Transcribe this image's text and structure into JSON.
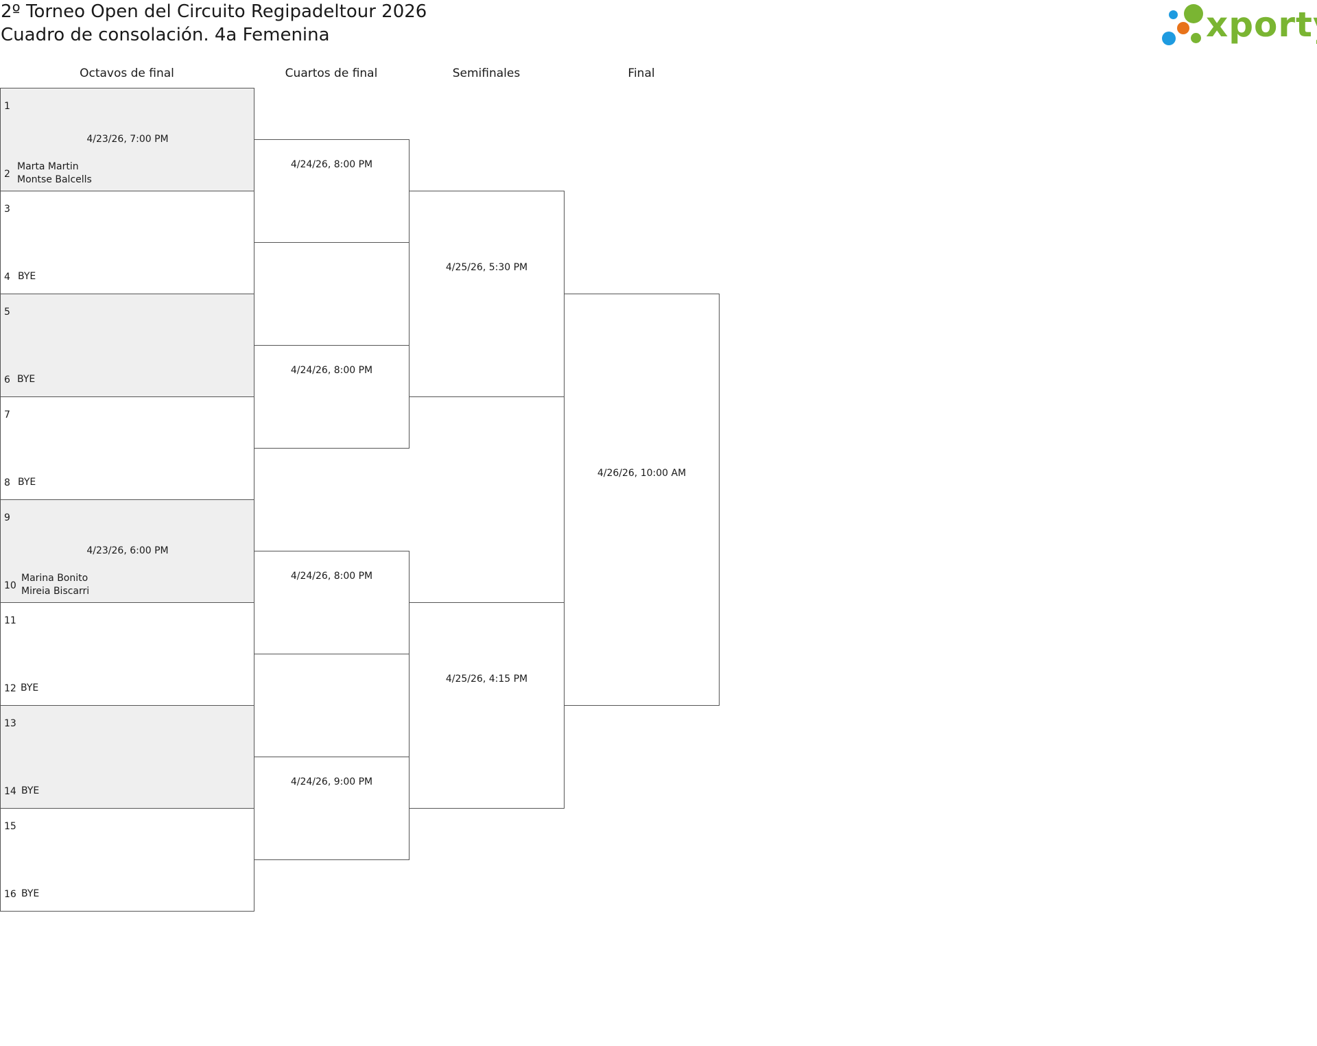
{
  "header": {
    "title_line1": "2º Torneo Open del Circuito Regipadeltour 2026",
    "title_line2": "Cuadro de consolación. 4a Femenina"
  },
  "logo": {
    "text": "xporty",
    "colors": {
      "green": "#7ab532",
      "orange": "#e8731a",
      "blue": "#1e9be0"
    }
  },
  "rounds": [
    "Octavos de final",
    "Cuartos de final",
    "Semifinales",
    "Final"
  ],
  "round_of_16": [
    {
      "time": "4/23/26, 7:00 PM",
      "slots": [
        {
          "seed": "1",
          "players": []
        },
        {
          "seed": "2",
          "players": [
            "Marta Martin",
            "Montse Balcells"
          ]
        }
      ]
    },
    {
      "time": "",
      "slots": [
        {
          "seed": "3",
          "players": []
        },
        {
          "seed": "4",
          "players": [
            "BYE"
          ]
        }
      ]
    },
    {
      "time": "",
      "slots": [
        {
          "seed": "5",
          "players": []
        },
        {
          "seed": "6",
          "players": [
            "BYE"
          ]
        }
      ]
    },
    {
      "time": "",
      "slots": [
        {
          "seed": "7",
          "players": []
        },
        {
          "seed": "8",
          "players": [
            "BYE"
          ]
        }
      ]
    },
    {
      "time": "4/23/26, 6:00 PM",
      "slots": [
        {
          "seed": "9",
          "players": []
        },
        {
          "seed": "10",
          "players": [
            "Marina Bonito",
            "Mireia Biscarri"
          ]
        }
      ]
    },
    {
      "time": "",
      "slots": [
        {
          "seed": "11",
          "players": []
        },
        {
          "seed": "12",
          "players": [
            "BYE"
          ]
        }
      ]
    },
    {
      "time": "",
      "slots": [
        {
          "seed": "13",
          "players": []
        },
        {
          "seed": "14",
          "players": [
            "BYE"
          ]
        }
      ]
    },
    {
      "time": "",
      "slots": [
        {
          "seed": "15",
          "players": []
        },
        {
          "seed": "16",
          "players": [
            "BYE"
          ]
        }
      ]
    }
  ],
  "quarterfinals": [
    {
      "time": "4/24/26, 8:00 PM"
    },
    {
      "time": "4/24/26, 8:00 PM"
    },
    {
      "time": "4/24/26, 8:00 PM"
    },
    {
      "time": "4/24/26, 9:00 PM"
    }
  ],
  "semifinals": [
    {
      "time": "4/25/26, 5:30 PM"
    },
    {
      "time": "4/25/26, 4:15 PM"
    }
  ],
  "final": {
    "time": "4/26/26, 10:00 AM"
  }
}
